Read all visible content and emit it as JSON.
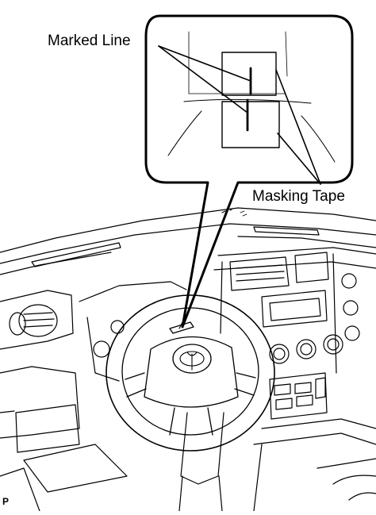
{
  "labels": {
    "marked_line": "Marked Line",
    "masking_tape": "Masking Tape",
    "corner_mark": "P"
  }
}
